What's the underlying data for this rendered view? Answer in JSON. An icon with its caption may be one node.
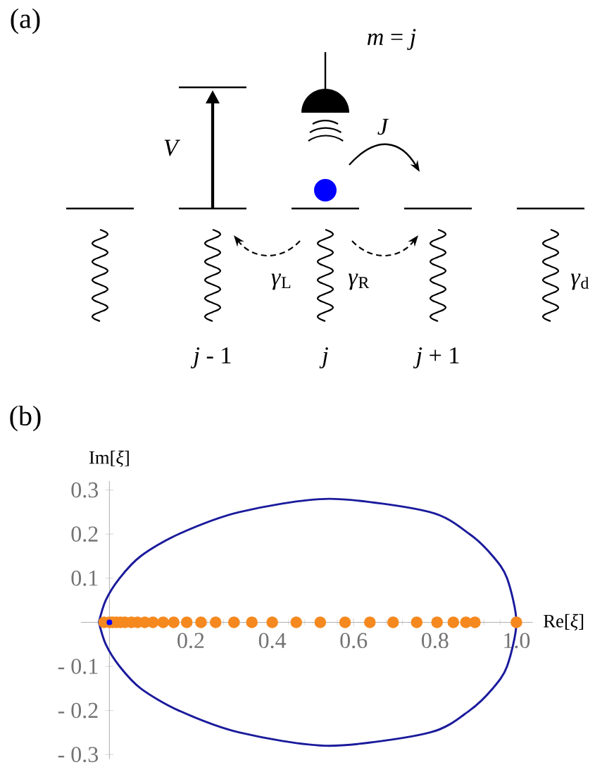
{
  "diagram": {
    "labels": [
      "(a)",
      "*m* = *j*",
      "*V*",
      "*J*",
      "*γ*$_{L}$",
      "*γ*$_{R}$",
      "*γ*$_{d}$",
      "*j* - 1",
      "*j*",
      "*j* + 1",
      "(b)"
    ],
    "chart_data": {
      "type": "scatter",
      "xlabel": "Re[*ξ*]",
      "ylabel": "Im[*ξ*]",
      "xlim": [
        -0.07,
        1.04
      ],
      "ylim": [
        -0.31,
        0.32
      ],
      "xticks": [
        {
          "value": 0.2,
          "label": "0.2"
        },
        {
          "value": 0.4,
          "label": "0.4"
        },
        {
          "value": 0.6,
          "label": "0.6"
        },
        {
          "value": 0.8,
          "label": "0.8"
        },
        {
          "value": 1.0,
          "label": "1.0"
        }
      ],
      "yticks": [
        {
          "value": -0.3,
          "label": "- 0.3"
        },
        {
          "value": -0.2,
          "label": "- 0.2"
        },
        {
          "value": -0.1,
          "label": "- 0.1"
        },
        {
          "value": 0.1,
          "label": "0.1"
        },
        {
          "value": 0.2,
          "label": "0.2"
        },
        {
          "value": 0.3,
          "label": "0.3"
        }
      ],
      "series": [
        {
          "color": "#f5891f",
          "x": [
            -0.013,
            0.0,
            0.008,
            0.017,
            0.027,
            0.038,
            0.054,
            0.069,
            0.087,
            0.107,
            0.132,
            0.158,
            0.19,
            0.225,
            0.261,
            0.306,
            0.35,
            0.4,
            0.459,
            0.518,
            0.579,
            0.64,
            0.697,
            0.755,
            0.805,
            0.845,
            0.876,
            0.898,
            1.0
          ],
          "values": [
            0,
            0,
            0,
            0,
            0,
            0,
            0,
            0,
            0,
            0,
            0,
            0,
            0,
            0,
            0,
            0,
            0,
            0,
            0,
            0,
            0,
            0,
            0,
            0,
            0,
            0,
            0,
            0,
            0
          ]
        },
        {
          "color": "#0000ff",
          "x": [
            0.0
          ],
          "values": [
            0
          ]
        }
      ]
    }
  }
}
